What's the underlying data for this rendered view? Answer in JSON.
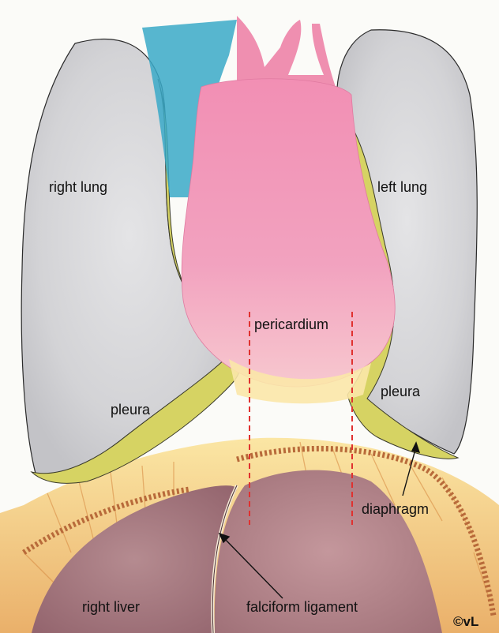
{
  "labels": {
    "right_lung": "right lung",
    "left_lung": "left lung",
    "pericardium": "pericardium",
    "pleura_right": "pleura",
    "pleura_left": "pleura",
    "diaphragm": "diaphragm",
    "right_liver": "right liver",
    "falciform_ligament": "falciform ligament",
    "credit": "©vL"
  },
  "colors": {
    "lung": "#d9d9dc",
    "pleura": "#d9d66a",
    "pericardium": "#ef9ab8",
    "great_vessels_blue": "#3aa9c8",
    "diaphragm": "#e8b46a",
    "liver": "#a77a82",
    "dashed_line": "#e0312f"
  }
}
